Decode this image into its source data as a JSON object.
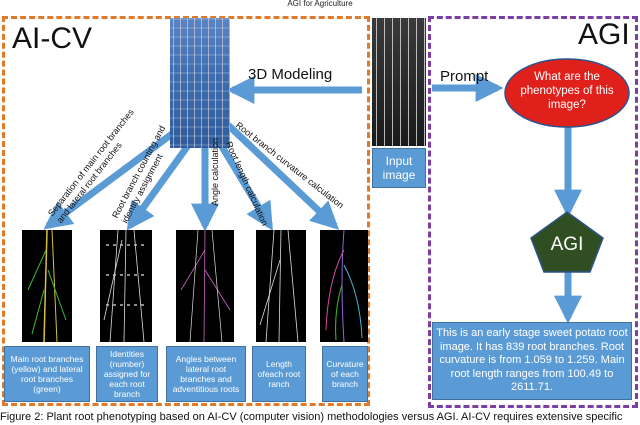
{
  "header": "AGI for Agriculture",
  "ai_cv": {
    "title": "AI-CV",
    "modeling_label": "3D Modeling",
    "tasks": [
      "Separation of main root branches and lateral root branches",
      "Root branch counting and identity assignment",
      "Angle calculation",
      "Root length calculation",
      "Root branch curvature calculation"
    ],
    "outputs": [
      "Main root branches (yellow) and lateral root branches (green)",
      "Identities (number) assigned for each root branch",
      "Angles between lateral root branches and adventitious roots",
      "Length ofeach root ranch",
      "Curvature of each branch"
    ]
  },
  "input_label": "Input image",
  "agi": {
    "title": "AGI",
    "prompt_label": "Prompt",
    "question": "What are the phenotypes of this image?",
    "node_label": "AGI",
    "answer": "This is an early stage sweet potato root image. It has 839 root branches. Root curvature is from 1.059 to 1.259. Main root length ranges from 100.49 to 2611.71."
  },
  "colors": {
    "ai_border": "#e07a2a",
    "agi_border": "#7a3fa0",
    "arrow": "#5b9bd5",
    "ellipse": "#e0201b",
    "pentagon": "#2f4f22"
  },
  "caption": "Figure 2: Plant root phenotyping based on AI-CV (computer vision) methodologies versus AGI. AI-CV requires extensive specific"
}
